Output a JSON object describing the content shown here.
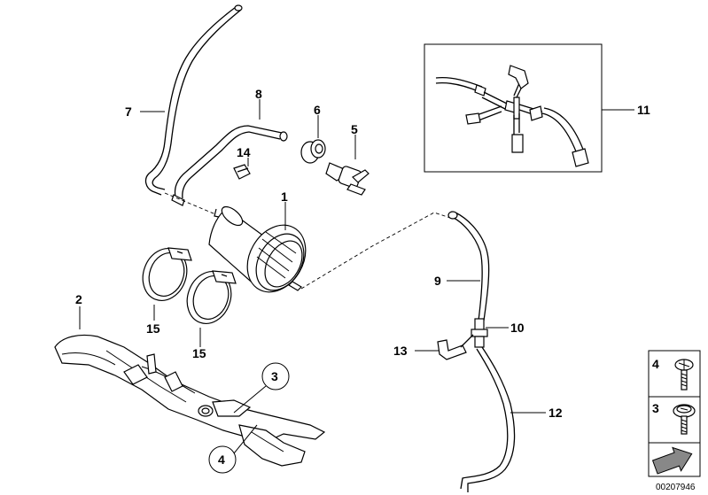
{
  "callouts": [
    {
      "id": "1",
      "text": "1"
    },
    {
      "id": "2",
      "text": "2"
    },
    {
      "id": "3",
      "text": "3"
    },
    {
      "id": "4",
      "text": "4"
    },
    {
      "id": "5",
      "text": "5"
    },
    {
      "id": "6",
      "text": "6"
    },
    {
      "id": "7",
      "text": "7"
    },
    {
      "id": "8",
      "text": "8"
    },
    {
      "id": "9",
      "text": "9"
    },
    {
      "id": "10",
      "text": "10"
    },
    {
      "id": "11",
      "text": "11"
    },
    {
      "id": "12",
      "text": "12"
    },
    {
      "id": "13",
      "text": "13"
    },
    {
      "id": "14",
      "text": "14"
    },
    {
      "id": "15a",
      "text": "15"
    },
    {
      "id": "15b",
      "text": "15"
    }
  ],
  "legend": {
    "item_4": "4",
    "item_3": "3"
  },
  "diagram_id": "00207946"
}
